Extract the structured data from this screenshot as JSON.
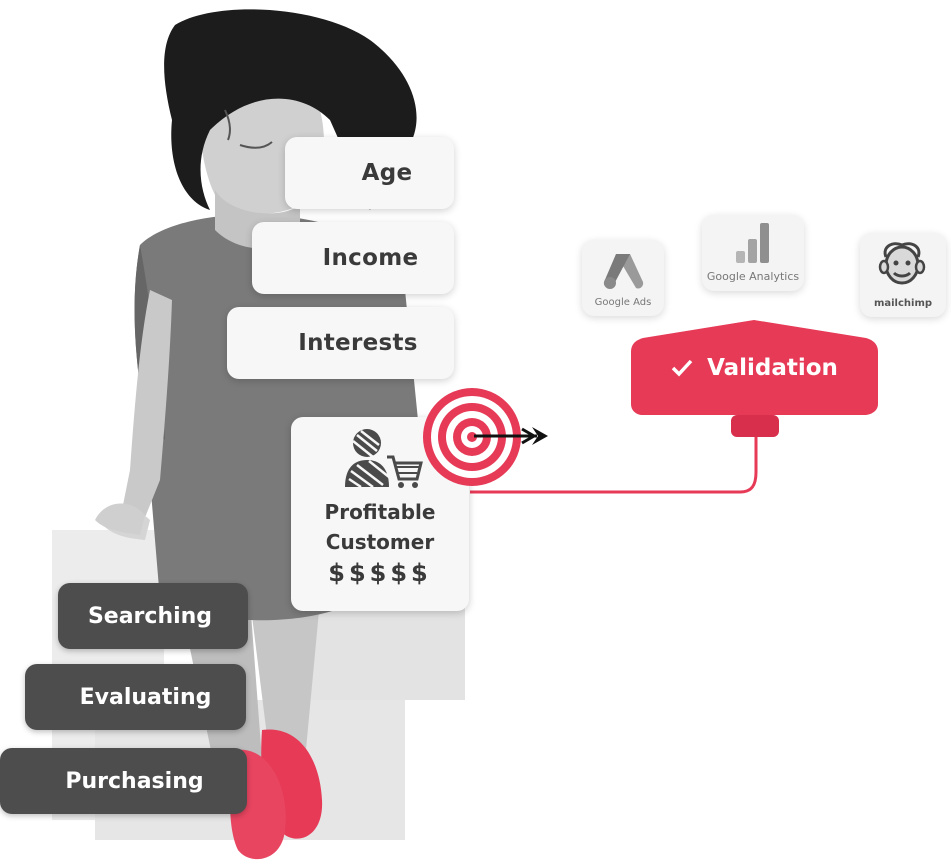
{
  "attributes": {
    "age": "Age",
    "income": "Income",
    "interests": "Interests"
  },
  "profitable": {
    "line1": "Profitable",
    "line2": "Customer",
    "money": "$$$$$"
  },
  "stages": {
    "searching": "Searching",
    "evaluating": "Evaluating",
    "purchasing": "Purchasing"
  },
  "tools": {
    "google_ads": "Google Ads",
    "google_analytics": "Google Analytics",
    "mailchimp": "mailchimp"
  },
  "validation": {
    "label": "Validation"
  },
  "colors": {
    "accent": "#e63a57",
    "dark_pill": "#4d4d4d",
    "card": "#f7f7f7"
  }
}
